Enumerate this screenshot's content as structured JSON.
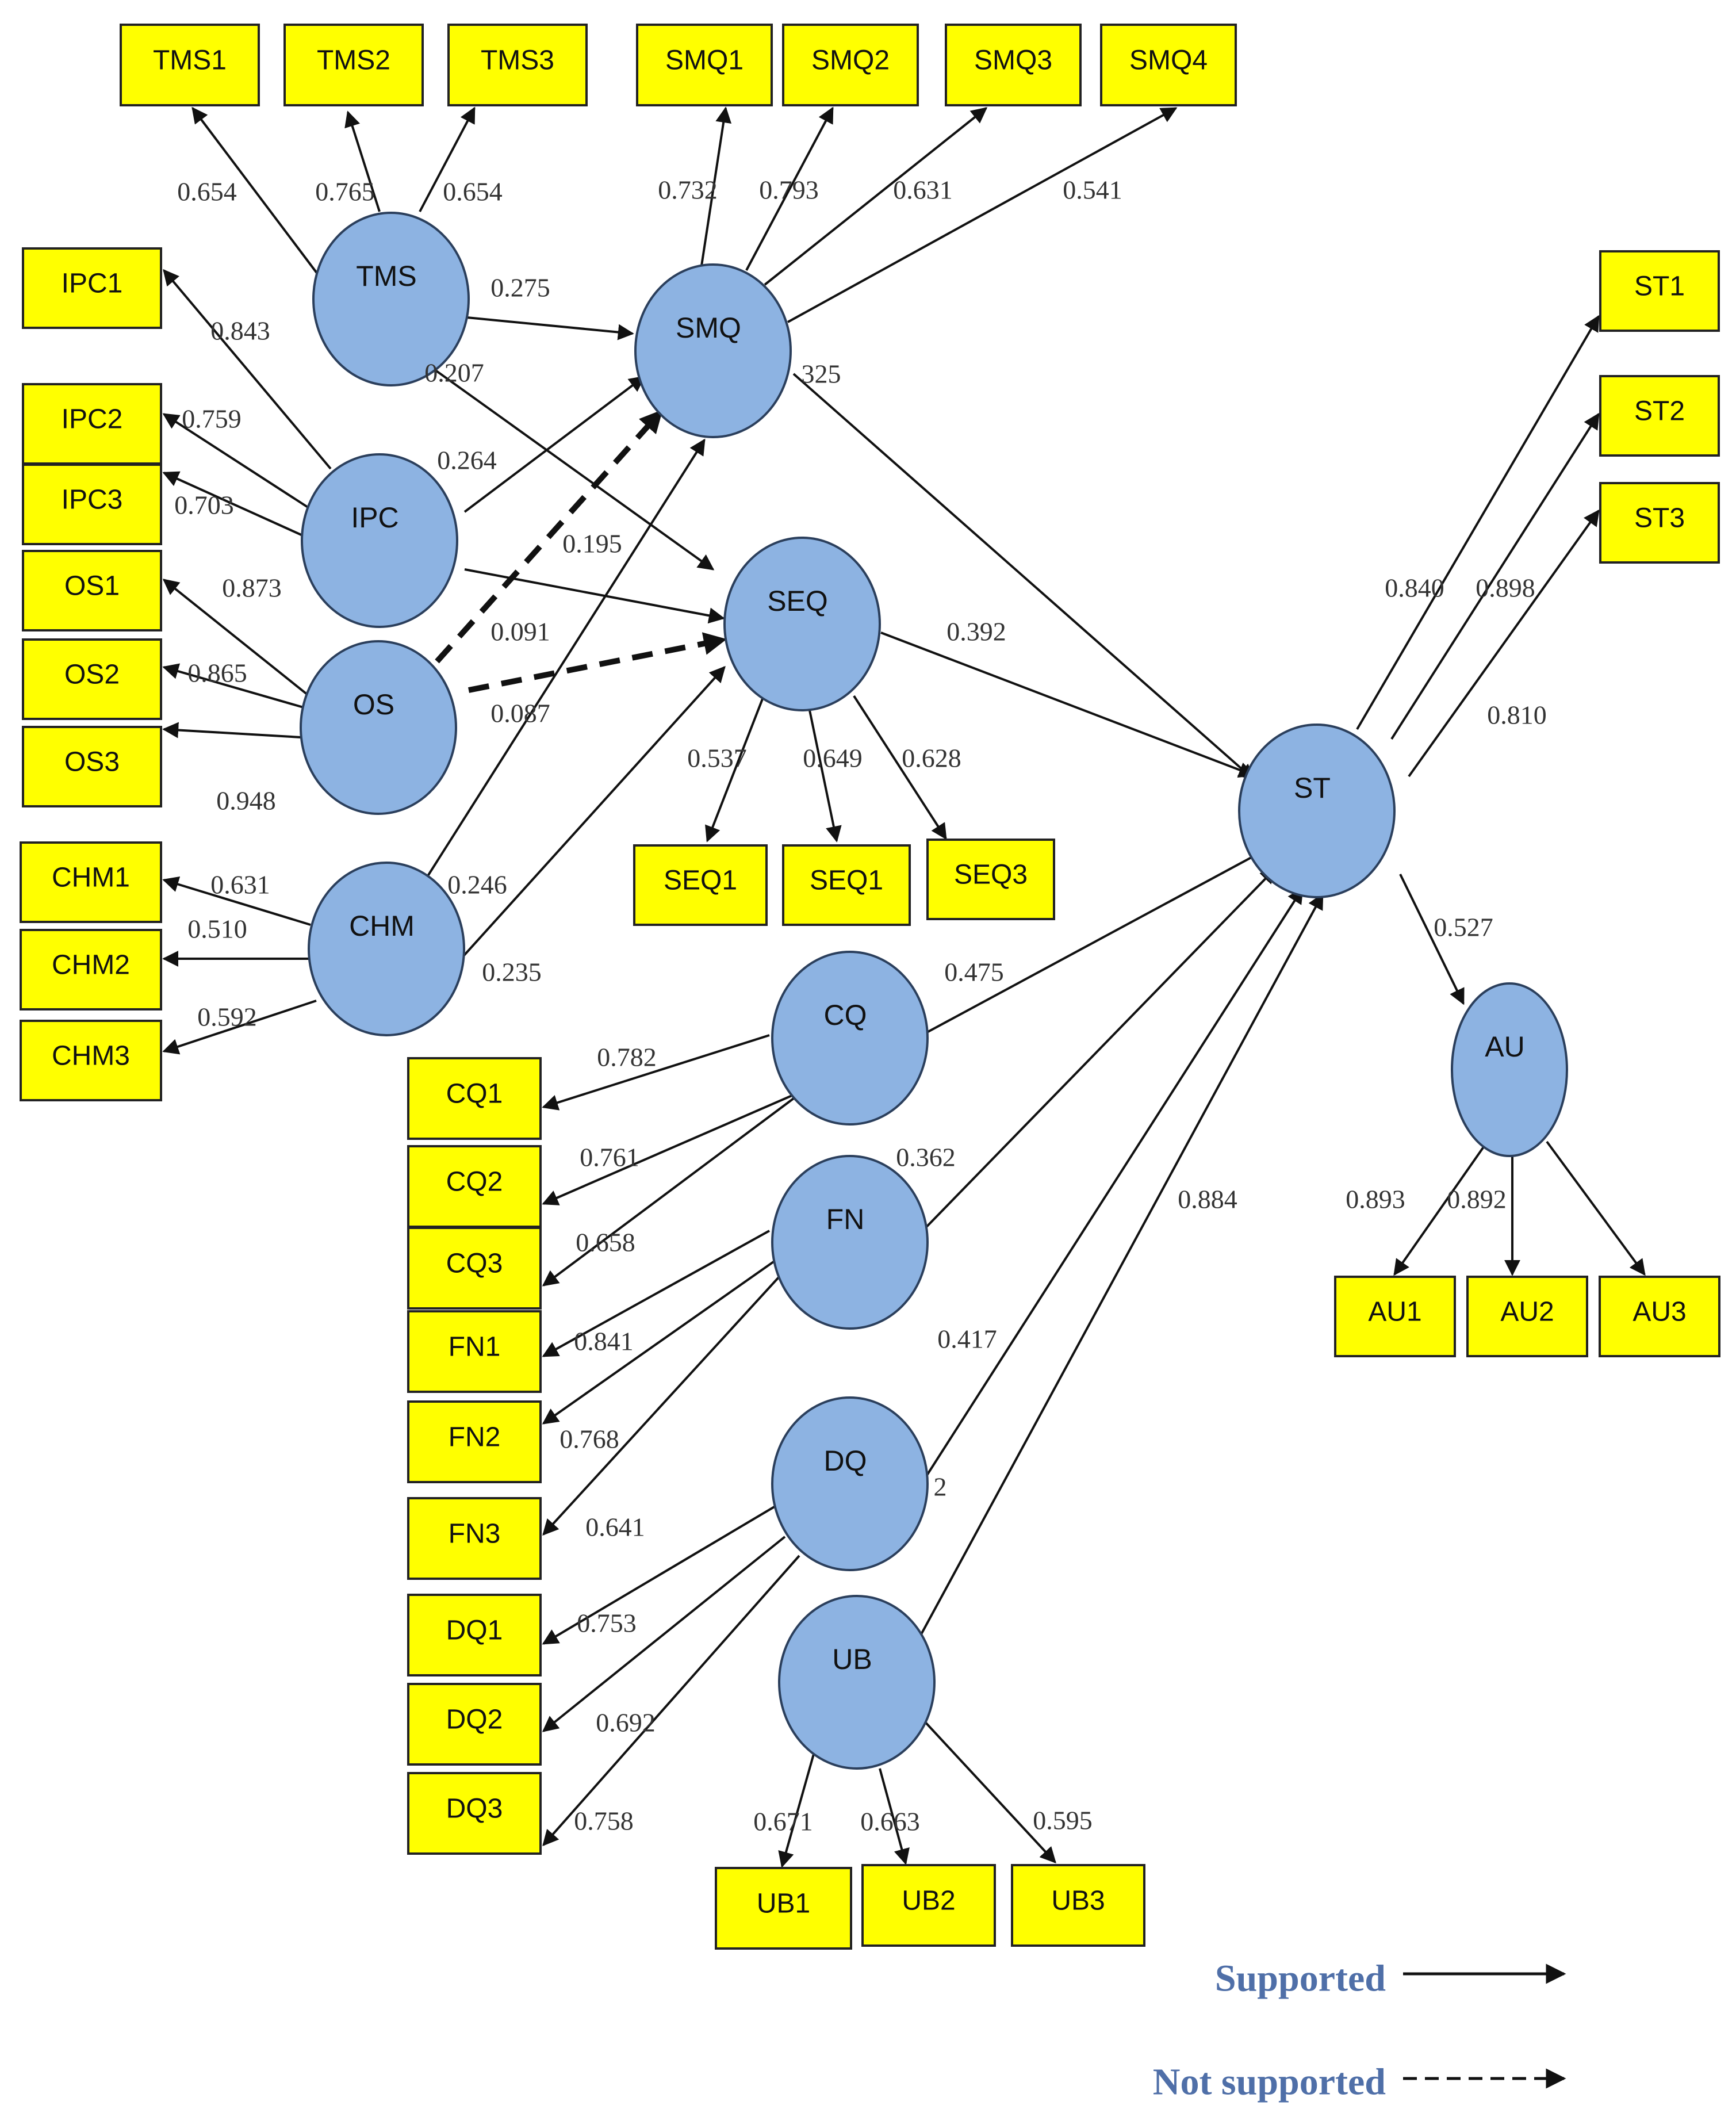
{
  "latents": [
    {
      "id": "TMS",
      "label": "TMS"
    },
    {
      "id": "SMQ",
      "label": "SMQ"
    },
    {
      "id": "IPC",
      "label": "IPC"
    },
    {
      "id": "SEQ",
      "label": "SEQ"
    },
    {
      "id": "OS",
      "label": "OS"
    },
    {
      "id": "CHM",
      "label": "CHM"
    },
    {
      "id": "ST",
      "label": "ST"
    },
    {
      "id": "AU",
      "label": "AU"
    },
    {
      "id": "CQ",
      "label": "CQ"
    },
    {
      "id": "FN",
      "label": "FN"
    },
    {
      "id": "DQ",
      "label": "DQ"
    },
    {
      "id": "UB",
      "label": "UB"
    }
  ],
  "indicators": [
    {
      "id": "TMS1",
      "label": "TMS1"
    },
    {
      "id": "TMS2",
      "label": "TMS2"
    },
    {
      "id": "TMS3",
      "label": "TMS3"
    },
    {
      "id": "SMQ1",
      "label": "SMQ1"
    },
    {
      "id": "SMQ2",
      "label": "SMQ2"
    },
    {
      "id": "SMQ3",
      "label": "SMQ3"
    },
    {
      "id": "SMQ4",
      "label": "SMQ4"
    },
    {
      "id": "IPC1",
      "label": "IPC1"
    },
    {
      "id": "IPC2",
      "label": "IPC2"
    },
    {
      "id": "IPC3",
      "label": "IPC3"
    },
    {
      "id": "OS1",
      "label": "OS1"
    },
    {
      "id": "OS2",
      "label": "OS2"
    },
    {
      "id": "OS3",
      "label": "OS3"
    },
    {
      "id": "CHM1",
      "label": "CHM1"
    },
    {
      "id": "CHM2",
      "label": "CHM2"
    },
    {
      "id": "CHM3",
      "label": "CHM3"
    },
    {
      "id": "SEQ1",
      "label": "SEQ1"
    },
    {
      "id": "SEQ1b",
      "label": "SEQ1"
    },
    {
      "id": "SEQ3",
      "label": "SEQ3"
    },
    {
      "id": "ST1",
      "label": "ST1"
    },
    {
      "id": "ST2",
      "label": "ST2"
    },
    {
      "id": "ST3",
      "label": "ST3"
    },
    {
      "id": "AU1",
      "label": "AU1"
    },
    {
      "id": "AU2",
      "label": "AU2"
    },
    {
      "id": "AU3",
      "label": "AU3"
    },
    {
      "id": "CQ1",
      "label": "CQ1"
    },
    {
      "id": "CQ2",
      "label": "CQ2"
    },
    {
      "id": "CQ3",
      "label": "CQ3"
    },
    {
      "id": "FN1",
      "label": "FN1"
    },
    {
      "id": "FN2",
      "label": "FN2"
    },
    {
      "id": "FN3",
      "label": "FN3"
    },
    {
      "id": "DQ1",
      "label": "DQ1"
    },
    {
      "id": "DQ2",
      "label": "DQ2"
    },
    {
      "id": "DQ3",
      "label": "DQ3"
    },
    {
      "id": "UB1",
      "label": "UB1"
    },
    {
      "id": "UB2",
      "label": "UB2"
    },
    {
      "id": "UB3",
      "label": "UB3"
    }
  ],
  "loadings": [
    {
      "from": "TMS",
      "to": "TMS1",
      "label": "0.654"
    },
    {
      "from": "TMS",
      "to": "TMS2",
      "label": "0.765"
    },
    {
      "from": "TMS",
      "to": "TMS3",
      "label": "0.654"
    },
    {
      "from": "SMQ",
      "to": "SMQ1",
      "label": "0.732"
    },
    {
      "from": "SMQ",
      "to": "SMQ2",
      "label": "0.793"
    },
    {
      "from": "SMQ",
      "to": "SMQ3",
      "label": "0.631"
    },
    {
      "from": "SMQ",
      "to": "SMQ4",
      "label": "0.541"
    },
    {
      "from": "IPC",
      "to": "IPC1",
      "label": "0.843"
    },
    {
      "from": "IPC",
      "to": "IPC2",
      "label": "0.759"
    },
    {
      "from": "IPC",
      "to": "IPC3",
      "label": "0.703"
    },
    {
      "from": "OS",
      "to": "OS1",
      "label": "0.873"
    },
    {
      "from": "OS",
      "to": "OS2",
      "label": "0.865"
    },
    {
      "from": "OS",
      "to": "OS3",
      "label": "0.948"
    },
    {
      "from": "CHM",
      "to": "CHM1",
      "label": "0.631"
    },
    {
      "from": "CHM",
      "to": "CHM2",
      "label": "0.510"
    },
    {
      "from": "CHM",
      "to": "CHM3",
      "label": "0.592"
    },
    {
      "from": "SEQ",
      "to": "SEQ1",
      "label": "0.537"
    },
    {
      "from": "SEQ",
      "to": "SEQ1b",
      "label": "0.649"
    },
    {
      "from": "SEQ",
      "to": "SEQ3",
      "label": "0.628"
    },
    {
      "from": "ST",
      "to": "ST1",
      "label": "0.840"
    },
    {
      "from": "ST",
      "to": "ST2",
      "label": "0.898"
    },
    {
      "from": "ST",
      "to": "ST3",
      "label": "0.810"
    },
    {
      "from": "AU",
      "to": "AU1",
      "label": "0.893"
    },
    {
      "from": "AU",
      "to": "AU2",
      "label": "0.892"
    },
    {
      "from": "AU",
      "to": "AU3",
      "label": ""
    },
    {
      "from": "CQ",
      "to": "CQ1",
      "label": "0.782"
    },
    {
      "from": "CQ",
      "to": "CQ2",
      "label": "0.761"
    },
    {
      "from": "CQ",
      "to": "CQ3",
      "label": "0.658"
    },
    {
      "from": "FN",
      "to": "FN1",
      "label": "0.841"
    },
    {
      "from": "FN",
      "to": "FN2",
      "label": "0.768"
    },
    {
      "from": "FN",
      "to": "FN3",
      "label": "0.641"
    },
    {
      "from": "DQ",
      "to": "DQ1",
      "label": "0.753"
    },
    {
      "from": "DQ",
      "to": "DQ2",
      "label": "0.692"
    },
    {
      "from": "DQ",
      "to": "DQ3",
      "label": "0.758"
    },
    {
      "from": "UB",
      "to": "UB1",
      "label": "0.671"
    },
    {
      "from": "UB",
      "to": "UB2",
      "label": "0.663"
    },
    {
      "from": "UB",
      "to": "UB3",
      "label": "0.595"
    }
  ],
  "paths": [
    {
      "from": "TMS",
      "to": "SMQ",
      "label": "0.275",
      "supported": true
    },
    {
      "from": "TMS",
      "to": "SEQ",
      "label": "0.207",
      "supported": true
    },
    {
      "from": "IPC",
      "to": "SMQ",
      "label": "0.264",
      "supported": true
    },
    {
      "from": "IPC",
      "to": "SEQ",
      "label": "0.195",
      "supported": true
    },
    {
      "from": "OS",
      "to": "SMQ",
      "label": "0.091",
      "supported": false
    },
    {
      "from": "OS",
      "to": "SEQ",
      "label": "0.087",
      "supported": false
    },
    {
      "from": "CHM",
      "to": "SMQ",
      "label": "0.246",
      "supported": true
    },
    {
      "from": "CHM",
      "to": "SEQ",
      "label": "0.235",
      "supported": true
    },
    {
      "from": "SMQ",
      "to": "ST",
      "label": "325",
      "supported": true
    },
    {
      "from": "SEQ",
      "to": "ST",
      "label": "0.392",
      "supported": true
    },
    {
      "from": "CQ",
      "to": "ST",
      "label": "0.475",
      "supported": true
    },
    {
      "from": "FN",
      "to": "ST",
      "label": "0.362",
      "supported": true
    },
    {
      "from": "DQ",
      "to": "ST",
      "label": "0.417",
      "supported": true
    },
    {
      "from": "UB",
      "to": "ST",
      "label": "0.884",
      "supported": true
    },
    {
      "from": "ST",
      "to": "AU",
      "label": "0.527",
      "supported": true
    }
  ],
  "stray_labels": [
    {
      "id": "dq-fragment",
      "label": "2"
    }
  ],
  "legend": {
    "supported_label": "Supported",
    "not_supported_label": "Not supported"
  }
}
